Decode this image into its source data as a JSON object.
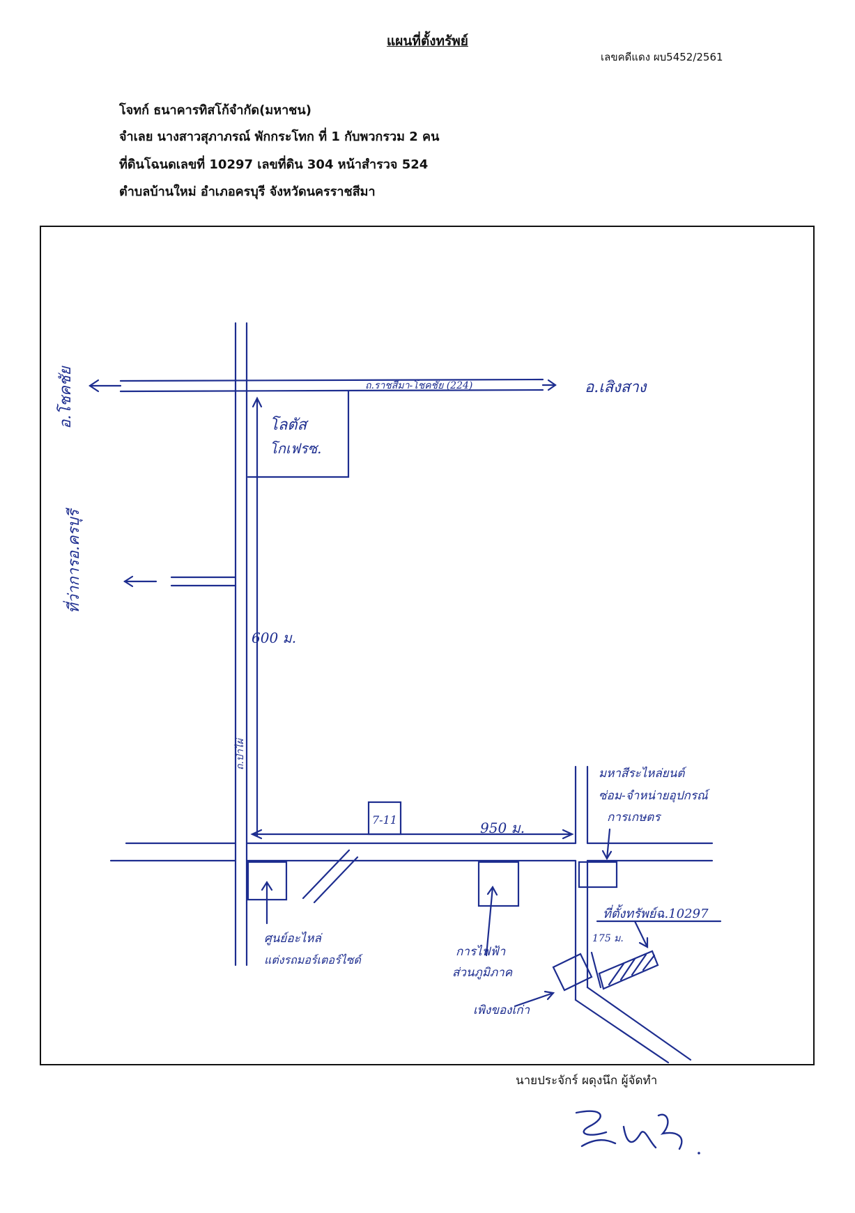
{
  "document": {
    "title": "แผนที่ตั้งทรัพย์",
    "case_number": "เลขคดีแดง ผบ5452/2561",
    "plaintiff": "โจทก์ ธนาคารทิสโก้จำกัด(มหาชน)",
    "defendant": "จำเลย  นางสาวสุภาภรณ์ พักกระโทก ที่ 1 กับพวกรวม 2 คน",
    "land_deed": "ที่ดินโฉนดเลขที่ 10297 เลขที่ดิน 304 หน้าสำรวจ 524",
    "location": "ตำบลบ้านใหม่  อำเภอครบุรี  จังหวัดนครราชสีมา",
    "preparer": "นายประจักร์ ผดุงนึก ผู้จัดทำ"
  },
  "map": {
    "ink_color": "#1d2d8f",
    "labels": {
      "top_road": "ถ.ราชสีมา-โชคชัย (224)",
      "dest_east": "อ.เสิงสาง",
      "dest_west": "อ.โชคชัย",
      "west_side": "ที่ว่าการอ.ครบุรี",
      "lotus": "โลตัส",
      "lotus_2": "โกเฟรซ.",
      "distance_north": "600 ม.",
      "side_road": "ถ.ป่าไผ่",
      "seven_eleven": "7-11",
      "distance_east": "950 ม.",
      "shop_ne_1": "มหาสีระไหล่ยนต์",
      "shop_ne_2": "ซ่อม-จำหน่ายอุปกรณ์",
      "shop_ne_3": "การเกษตร",
      "property": "ที่ตั้งทรัพย์ฉ.10297",
      "distance_south": "175 ม.",
      "shop_sw_1": "ศูนย์อะไหล่",
      "shop_sw_2": "แต่งรถมอร์เตอร์ไซด์",
      "pea_1": "การไฟฟ้า",
      "pea_2": "ส่วนภูมิภาค",
      "old_shed": "เพิงของเก่า"
    }
  }
}
